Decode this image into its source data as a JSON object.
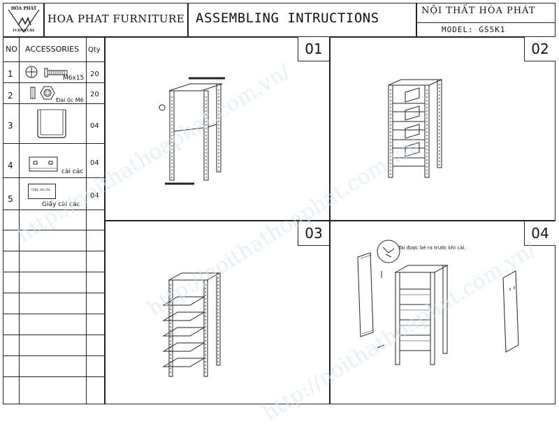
{
  "header": {
    "logo_top": "HÒA PHÁT",
    "logo_bottom": "FURNITURE",
    "company": "HOA PHAT FURNITURE",
    "title": "ASSEMBLING INTRUCTIONS",
    "brand_vn": "NỘI THẤT HÒA PHÁT",
    "model": "MODEL: GS5K1"
  },
  "table": {
    "headers": [
      "NO",
      "ACCESSORIES",
      "Qty"
    ],
    "rows": [
      {
        "no": "1",
        "label": "M6x15",
        "qty": "20"
      },
      {
        "no": "2",
        "label": "Đai ốc M6",
        "qty": "20"
      },
      {
        "no": "3",
        "label": "",
        "qty": "04"
      },
      {
        "no": "4",
        "label": "cài các",
        "qty": "04"
      },
      {
        "no": "5",
        "label": "Giấy cài các",
        "qty": "04",
        "sticker": "Giấy cài các"
      }
    ]
  },
  "panels": [
    {
      "num": "01"
    },
    {
      "num": "02"
    },
    {
      "num": "03"
    },
    {
      "num": "04",
      "note": "Tai được bẻ ra trước khi cài."
    }
  ],
  "watermark": "http://noithathoaphat.com.vn/"
}
